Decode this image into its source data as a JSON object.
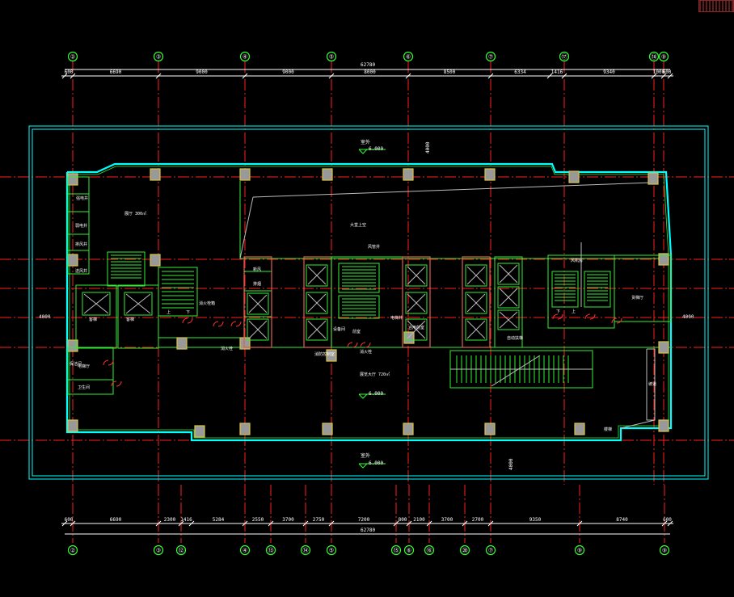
{
  "colors": {
    "axis": "#ff2020",
    "dim": "#ffffff",
    "bubble": "#33ff33",
    "outline": "#00ffff",
    "wall": "#33ee33",
    "column": "#999999",
    "column_edge": "#d8c34a",
    "stair": "#33ee33",
    "text": "#ffffff",
    "door": "#ff3030",
    "level_mark": "#33ff33",
    "elev": "#bbbbbb"
  },
  "top": {
    "total": "62780",
    "bubbles": [
      "②",
      "③",
      "④",
      "⑤",
      "⑥",
      "⑦",
      "⑰",
      "⑱",
      "⑨"
    ],
    "dims": [
      "600",
      "6690",
      "9000",
      "9000",
      "8000",
      "8500",
      "6334",
      "1416",
      "9340",
      "1000",
      "600"
    ]
  },
  "bottom": {
    "total": "62780",
    "bubbles": [
      "②",
      "③",
      "⑫",
      "④",
      "⑬",
      "⑭",
      "⑤",
      "⑮",
      "⑥",
      "⑯",
      "⑳",
      "⑦",
      "⑨",
      "⑨"
    ],
    "dims": [
      "600",
      "6690",
      "2300",
      "1416",
      "5284",
      "2550",
      "3700",
      "2750",
      "7200",
      "800",
      "2100",
      "3700",
      "2700",
      "9350",
      "8740",
      "600"
    ]
  },
  "side": {
    "left": "4000",
    "right": "4000",
    "top_gap": "4000",
    "bottom_gap": "4000"
  },
  "levels": {
    "top_label": "室外",
    "top_value": "6.000",
    "center_value": "6.000",
    "bottom_label": "室外",
    "bottom_value": "6.000"
  },
  "rooms": {
    "hall_left": "展厅 300㎡",
    "hall_center": "大堂上空",
    "hall_bottom": "展览大厅 720㎡",
    "shaft_top": "风管井",
    "pipe1": "强电井",
    "pipe2": "弱电井",
    "pipe3": "排风井",
    "pipe4": "送风井",
    "lift_left1": "客梯",
    "lift_left2": "客梯",
    "mech1": "新风",
    "mech2": "排烟",
    "service1": "保洁间",
    "service2": "电梯厅",
    "wc": "卫生间",
    "equip": "设备间",
    "smoke1": "前室",
    "smoke2": "合用前室",
    "lobby_right": "货梯厅",
    "fire_control": "消防控制室",
    "fire_box1": "消火栓箱",
    "fire_box2": "消火栓",
    "fire_box3": "消火栓",
    "escalator": "自动扶梯",
    "ramp": "坡道",
    "stair_up": "上",
    "stair_down": "下",
    "lift_hall": "风机房",
    "note_right": "楼梯",
    "elevator_shaft": "电梯井"
  }
}
